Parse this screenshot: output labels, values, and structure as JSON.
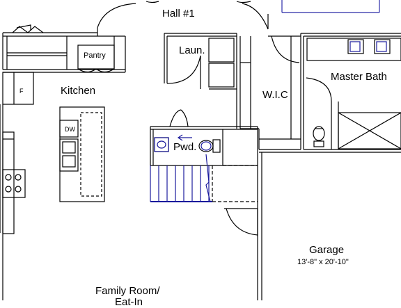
{
  "rooms": {
    "hall": "Hall #1",
    "laundry": "Laun.",
    "pantry": "Pantry",
    "kitchen": "Kitchen",
    "wic": "W.I.C",
    "master_bath": "Master Bath",
    "powder": "Pwd.",
    "garage": "Garage",
    "garage_dims": "13'-8\" x 20'-10\"",
    "family_room": "Family Room/",
    "family_room_2": "Eat-In"
  },
  "appliances": {
    "fridge": "F",
    "dishwasher": "DW"
  },
  "colors": {
    "wall": "#000000",
    "stair": "#1a1a9c",
    "fixture_blue": "#2a2aa8"
  }
}
